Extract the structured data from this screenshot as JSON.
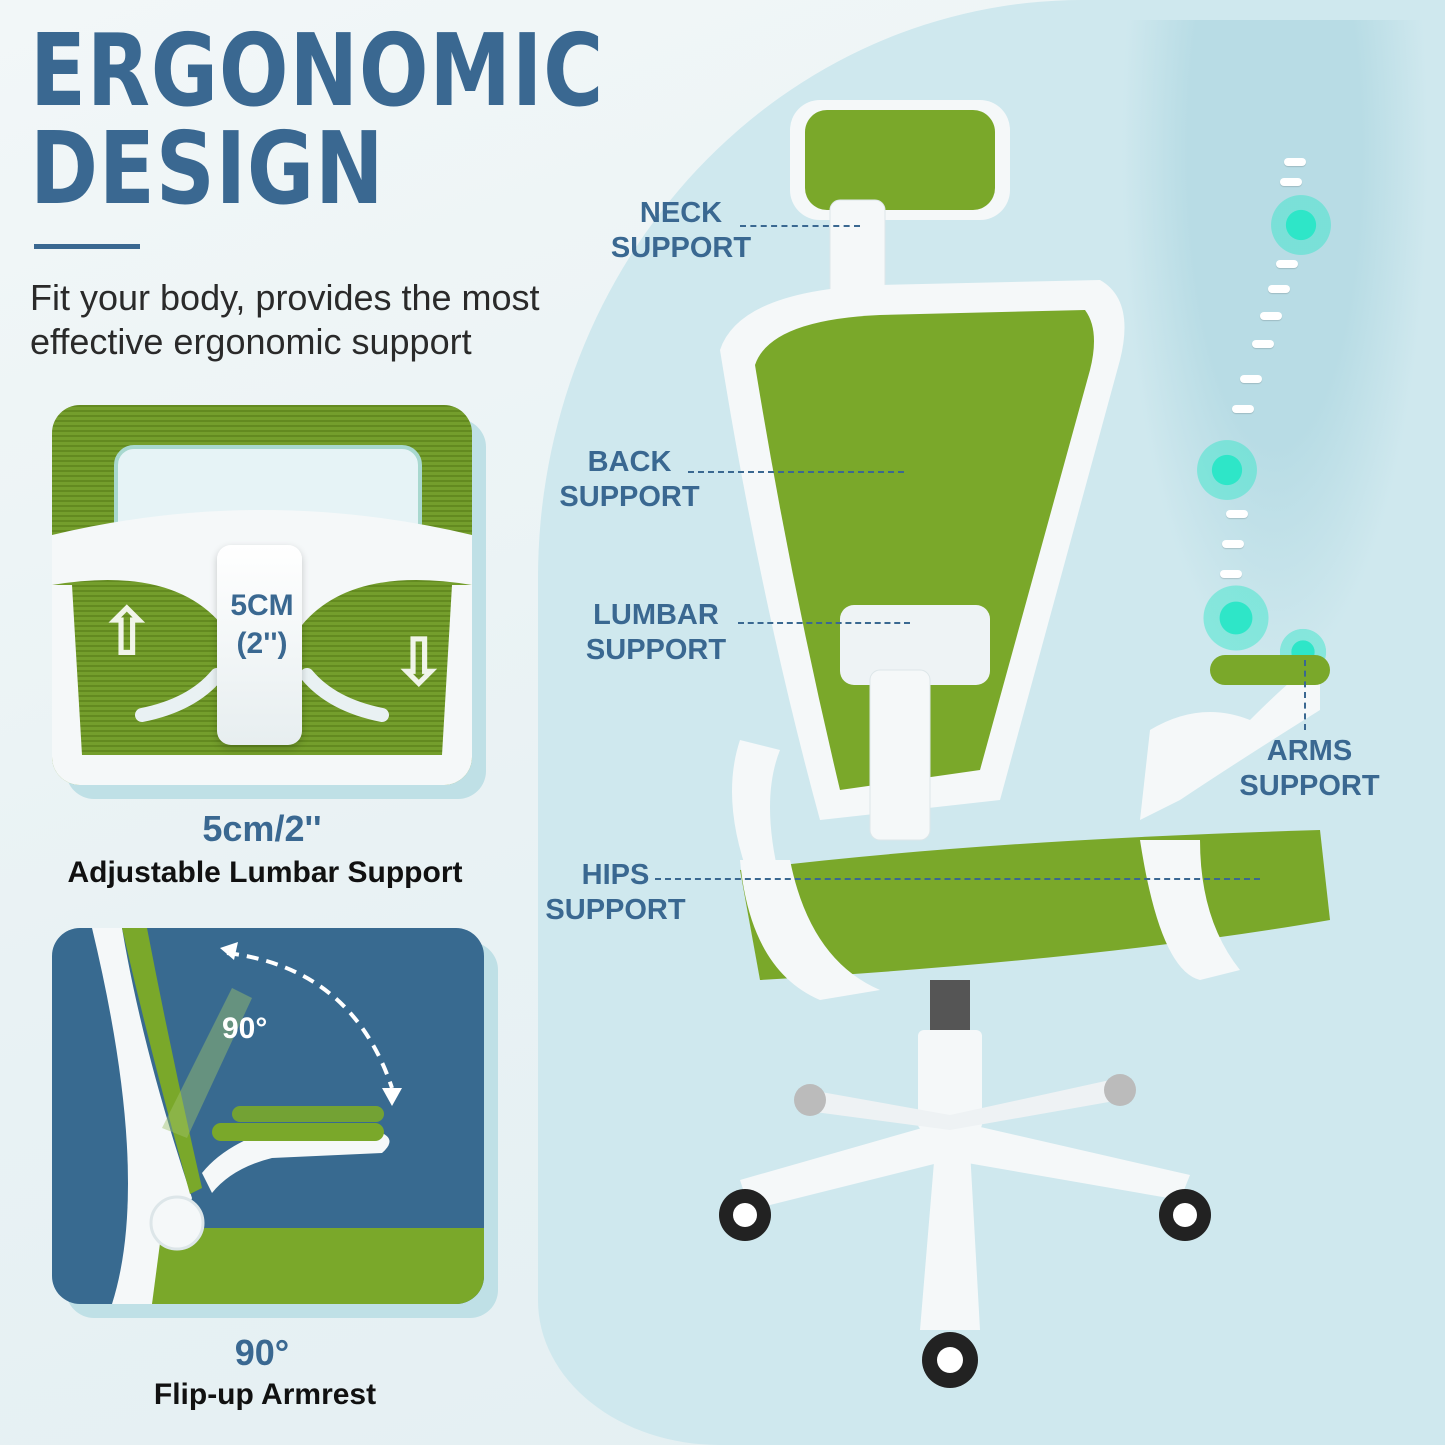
{
  "header": {
    "title_line1": "ERGONOMIC",
    "title_line2": "DESIGN",
    "subtitle_line1": "Fit your body, provides the most",
    "subtitle_line2": "effective ergonomic support"
  },
  "features": {
    "lumbar": {
      "overlay_line1": "5CM",
      "overlay_line2": "(2'')",
      "value": "5cm/2''",
      "label": "Adjustable Lumbar Support"
    },
    "armrest": {
      "overlay_angle": "90°",
      "value": "90°",
      "label": "Flip-up Armrest"
    }
  },
  "callouts": [
    {
      "line1": "NECK",
      "line2": "SUPPORT"
    },
    {
      "line1": "BACK",
      "line2": "SUPPORT"
    },
    {
      "line1": "LUMBAR",
      "line2": "SUPPORT"
    },
    {
      "line1": "ARMS",
      "line2": "SUPPORT"
    },
    {
      "line1": "HIPS",
      "line2": "SUPPORT"
    }
  ],
  "colors": {
    "accent_blue": "#3a6891",
    "mesh_green": "#7aa82a",
    "frame_white": "#f7f9fa",
    "glow_teal": "#2ee6c8",
    "background_blob": "#cfe8ee"
  }
}
